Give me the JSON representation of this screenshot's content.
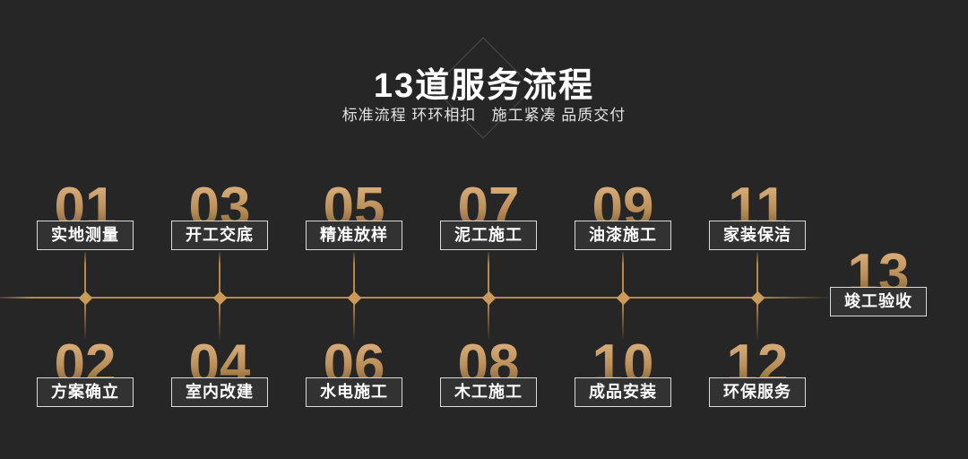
{
  "header": {
    "title": "13道服务流程",
    "subtitle": "标准流程 环环相扣   施工紧凑 品质交付"
  },
  "steps": [
    {
      "num": "01",
      "label": "实地测量"
    },
    {
      "num": "02",
      "label": "方案确立"
    },
    {
      "num": "03",
      "label": "开工交底"
    },
    {
      "num": "04",
      "label": "室内改建"
    },
    {
      "num": "05",
      "label": "精准放样"
    },
    {
      "num": "06",
      "label": "水电施工"
    },
    {
      "num": "07",
      "label": "泥工施工"
    },
    {
      "num": "08",
      "label": "木工施工"
    },
    {
      "num": "09",
      "label": "油漆施工"
    },
    {
      "num": "10",
      "label": "成品安装"
    },
    {
      "num": "11",
      "label": "家装保洁"
    },
    {
      "num": "12",
      "label": "环保服务"
    },
    {
      "num": "13",
      "label": "竣工验收"
    }
  ],
  "colors": {
    "background": "#262626",
    "gold": "#b9884a",
    "gold_bright": "#cb9a58",
    "number_gradient_top": "#dcb17e",
    "number_gradient_bottom": "#6f5129",
    "box_border": "#dadada",
    "box_fill": "#323232"
  }
}
